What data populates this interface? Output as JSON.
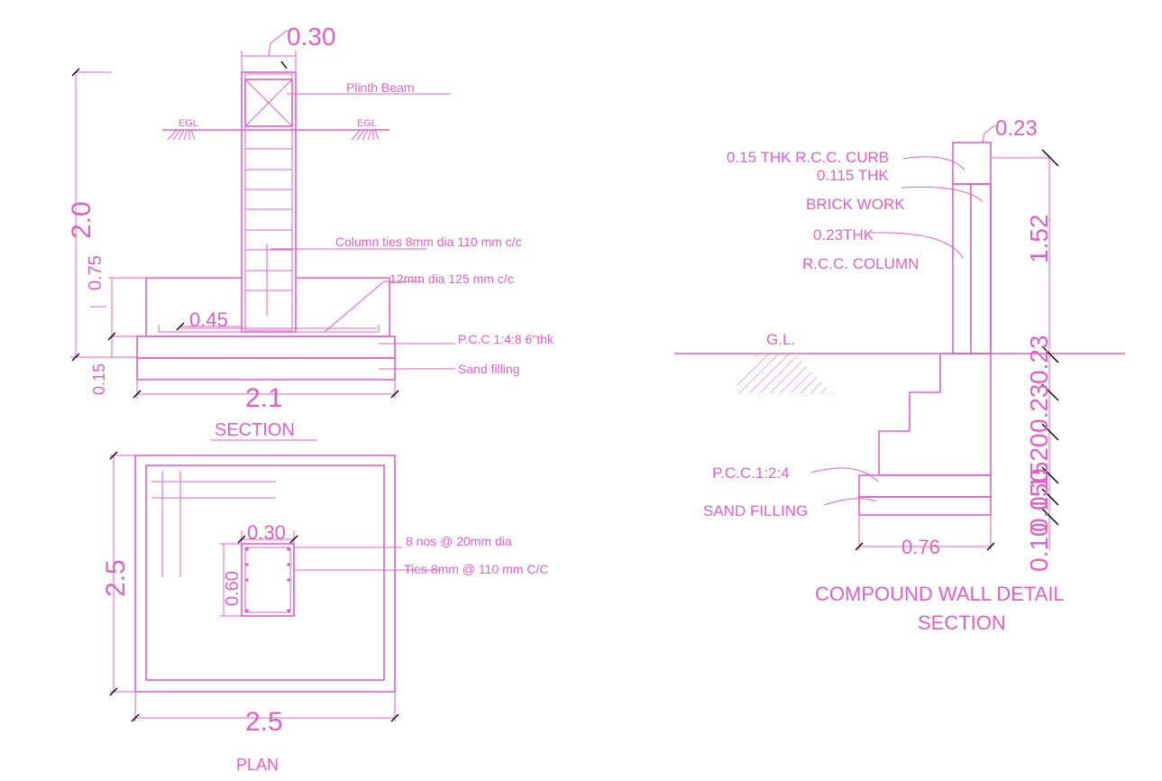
{
  "footing": {
    "section": {
      "title": "SECTION",
      "col_width": "0.30",
      "plinth_beam": "Plinth Beam",
      "egl_left": "EGL",
      "egl_right": "EGL",
      "column_ties": "Column ties 8mm dia 110 mm c/c",
      "bars": "12mm dia 125 mm c/c",
      "pedestal_offset": "0.45",
      "pcc": "P.C.C 1:4:8 6\"thk",
      "sand": "Sand filling",
      "total_depth": "2.0",
      "footing_depth": "0.75",
      "pcc_depth": "0.15",
      "footing_width": "2.1"
    },
    "plan": {
      "title": "PLAN",
      "col_width": "0.30",
      "col_depth": "0.60",
      "bars": "8 nos @ 20mm dia",
      "ties": "Ties  8mm @ 110 mm C/C",
      "width": "2.5",
      "length": "2.5"
    }
  },
  "wall": {
    "title_line1": "COMPOUND WALL DETAIL",
    "title_line2": "SECTION",
    "top_width": "0.23",
    "curb": "0.15 THK R.C.C. CURB",
    "brick_line1": "0.115 THK",
    "brick_line2": "BRICK WORK",
    "column_line1": "0.23THK",
    "column_line2": "R.C.C. COLUMN",
    "gl": "G.L.",
    "height_above": "1.52",
    "dim_a": "0.23",
    "dim_b": "0.23",
    "dim_c": "0.20",
    "dim_d": "0.15",
    "dim_e": "0.15",
    "dim_f": "0.10",
    "pcc": "P.C.C.1:2:4",
    "sand": "SAND FILLING",
    "base_width": "0.76"
  },
  "colors": {
    "line": "#e060c8",
    "tick": "#000000",
    "background": "#ffffff"
  }
}
